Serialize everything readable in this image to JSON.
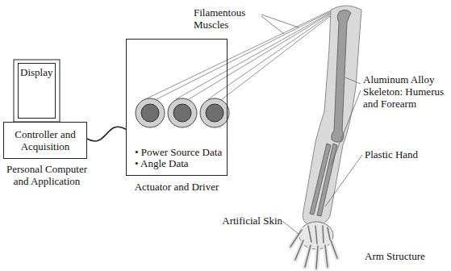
{
  "diagram": {
    "nodes": [
      {
        "text": [
          "Display"
        ]
      },
      {
        "text": [
          "Controller and Acquisition"
        ]
      },
      {
        "text": [
          "• Power Source Data",
          "• Angle Data",
          "Actuator and Driver"
        ]
      }
    ],
    "edges": [
      {
        "from": 1,
        "to": 2,
        "arrow": "none"
      }
    ],
    "labels": [
      "Personal Computer and Application",
      "Filamentous Muscles",
      "Aluminum Alloy Skeleton: Humerus and Forearm",
      "Plastic Hand",
      "Artificial Skin",
      "Arm Structure"
    ]
  }
}
